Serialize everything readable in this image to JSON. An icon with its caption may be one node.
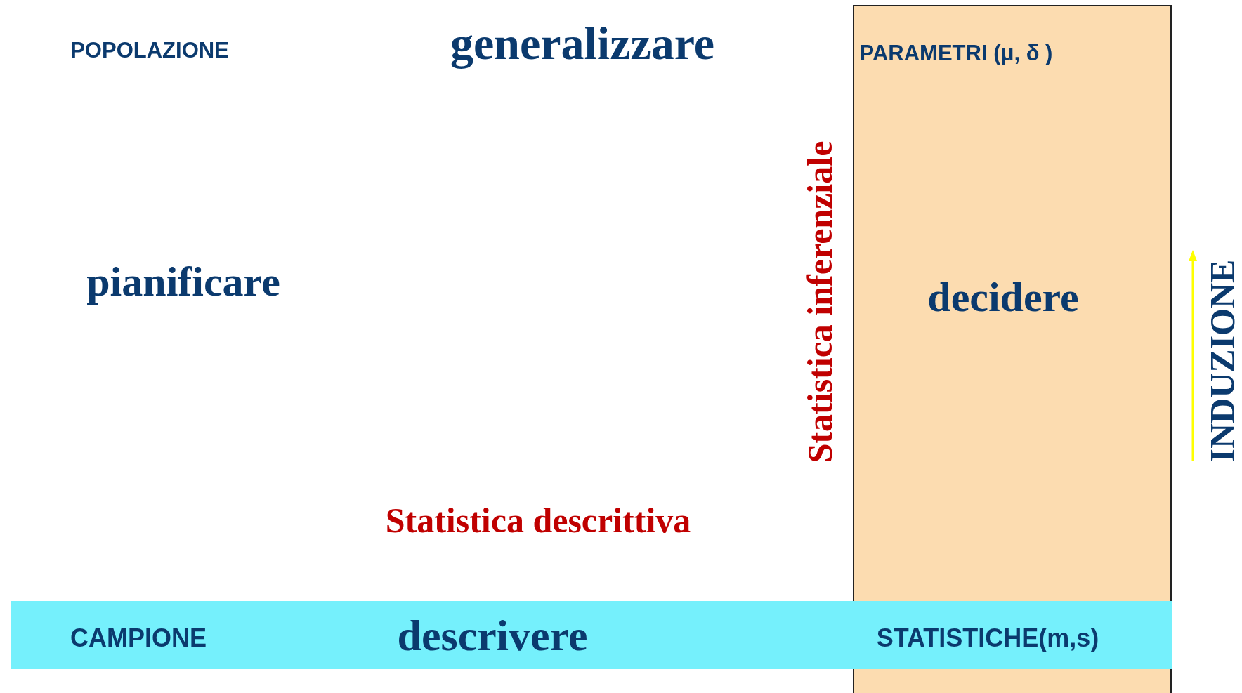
{
  "diagram": {
    "nodes": [
      {
        "text": [
          "PARAMETRI (μ, δ )",
          "decidere"
        ]
      },
      {
        "text": [
          "CAMPIONE",
          "descrivere",
          "STATISTICHE(m,s)"
        ]
      }
    ],
    "labels": [
      "POPOLAZIONE",
      "generalizzare",
      "pianificare",
      "Statistica inferenziale",
      "Statistica descrittiva",
      "INDUZIONE"
    ]
  }
}
